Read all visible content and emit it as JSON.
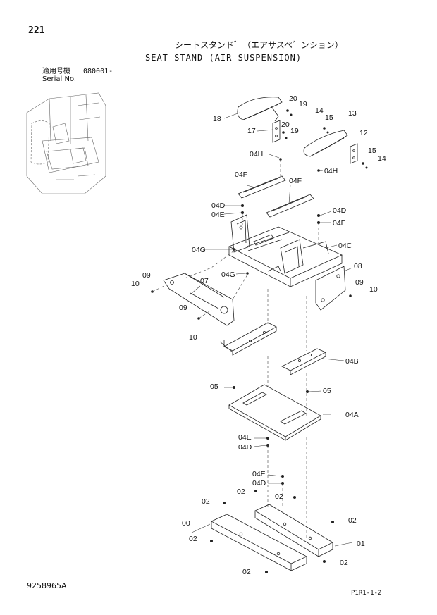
{
  "header": {
    "page_number": "221",
    "title_jp": "シートスタンド゛（エアサスペ゛ンション）",
    "title_en": "SEAT STAND (AIR-SUSPENSION)",
    "serial_label_jp": "適用号機",
    "serial_label_en": "Serial No.",
    "serial_value": "080001-"
  },
  "footer": {
    "document_number": "9258965A",
    "page_code": "P1R1-1-2"
  },
  "callouts": [
    {
      "id": "c18",
      "text": "18"
    },
    {
      "id": "c20a",
      "text": "20"
    },
    {
      "id": "c19a",
      "text": "19"
    },
    {
      "id": "c14a",
      "text": "14"
    },
    {
      "id": "c15a",
      "text": "15"
    },
    {
      "id": "c13",
      "text": "13"
    },
    {
      "id": "c17",
      "text": "17"
    },
    {
      "id": "c20b",
      "text": "20"
    },
    {
      "id": "c19b",
      "text": "19"
    },
    {
      "id": "c12",
      "text": "12"
    },
    {
      "id": "c15b",
      "text": "15"
    },
    {
      "id": "c14b",
      "text": "14"
    },
    {
      "id": "c04H1",
      "text": "04H"
    },
    {
      "id": "c04H2",
      "text": "04H"
    },
    {
      "id": "c04F1",
      "text": "04F"
    },
    {
      "id": "c04F2",
      "text": "04F"
    },
    {
      "id": "c04D1",
      "text": "04D"
    },
    {
      "id": "c04E1",
      "text": "04E"
    },
    {
      "id": "c04D2",
      "text": "04D"
    },
    {
      "id": "c04E2",
      "text": "04E"
    },
    {
      "id": "c04G1",
      "text": "04G"
    },
    {
      "id": "c04C",
      "text": "04C"
    },
    {
      "id": "c04G2",
      "text": "04G"
    },
    {
      "id": "c08",
      "text": "08"
    },
    {
      "id": "c09a",
      "text": "09"
    },
    {
      "id": "c10a",
      "text": "10"
    },
    {
      "id": "c07",
      "text": "07"
    },
    {
      "id": "c09b",
      "text": "09"
    },
    {
      "id": "c10b",
      "text": "10"
    },
    {
      "id": "c09c",
      "text": "09"
    },
    {
      "id": "c10c",
      "text": "10"
    },
    {
      "id": "c04B",
      "text": "04B"
    },
    {
      "id": "c05a",
      "text": "05"
    },
    {
      "id": "c05b",
      "text": "05"
    },
    {
      "id": "c04A",
      "text": "04A"
    },
    {
      "id": "c04E3",
      "text": "04E"
    },
    {
      "id": "c04D3",
      "text": "04D"
    },
    {
      "id": "c04E4",
      "text": "04E"
    },
    {
      "id": "c04D4",
      "text": "04D"
    },
    {
      "id": "c02a",
      "text": "02"
    },
    {
      "id": "c02b",
      "text": "02"
    },
    {
      "id": "c02c",
      "text": "02"
    },
    {
      "id": "c00",
      "text": "00"
    },
    {
      "id": "c02d",
      "text": "02"
    },
    {
      "id": "c02e",
      "text": "02"
    },
    {
      "id": "c01",
      "text": "01"
    },
    {
      "id": "c02f",
      "text": "02"
    },
    {
      "id": "c02g",
      "text": "02"
    }
  ]
}
